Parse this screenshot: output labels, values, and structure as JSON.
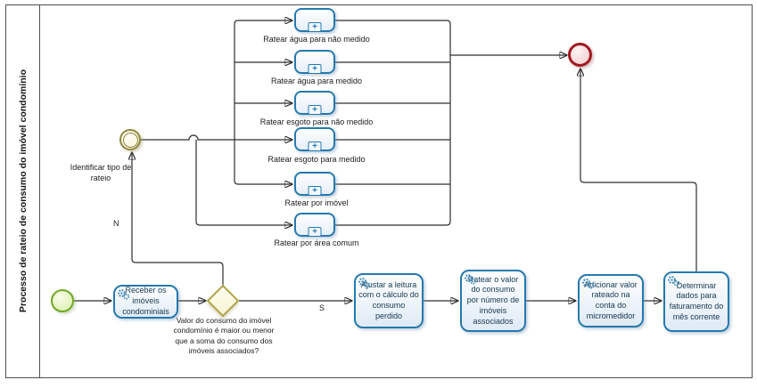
{
  "process": {
    "title": "Processo de rateio de consumo do imóvel condomínio"
  },
  "events": {
    "event_gateway_label": "Identificar tipo de rateio"
  },
  "decision": {
    "question": "Valor do consumo do imóvel condomínio é maior ou menor que a soma do consumo dos imóveis associados?",
    "yes": "S",
    "no": "N"
  },
  "subprocesses": [
    "Ratear água para não medido",
    "Ratear água para medido",
    "Ratear esgoto para não medido",
    "Ratear esgoto para medido",
    "Ratear por imóvel",
    "Ratear por área comum"
  ],
  "tasks": {
    "receber": "Receber os imóveis condominiais",
    "ajustar": "Ajustar a leitura com o cálculo do consumo perdido",
    "ratear_valor": "Ratear o valor do consumo por número de imóveis associados",
    "adicionar": "Adicionar valor rateado na conta do micromedidor",
    "determinar": "Determinar dados para faturamento do mês corrente"
  },
  "icons": {
    "plus": "+",
    "gear": "gear-icon"
  },
  "colors": {
    "task_border": "#2679ad",
    "start_event_border": "#71a727",
    "end_event_border": "#9e1a20",
    "decision_border": "#b0a44b",
    "event_gateway_border": "#8f8640",
    "flow_line": "#2e2e2e"
  }
}
